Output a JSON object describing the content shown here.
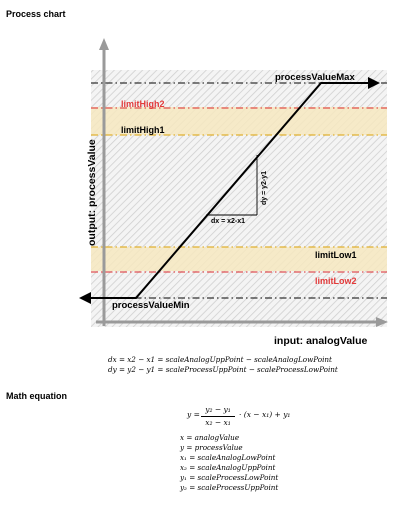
{
  "headings": {
    "process_chart": "Process chart",
    "math_equation": "Math equation"
  },
  "diagram": {
    "axis_x_label": "input: analogValue",
    "axis_y_label": "output: processValue",
    "labels": {
      "process_value_max": "processValueMax",
      "process_value_min": "processValueMin",
      "limit_high2": "limitHigh2",
      "limit_high1": "limitHigh1",
      "limit_low1": "limitLow1",
      "limit_low2": "limitLow2",
      "dx": "dx = x2-x1",
      "dy": "dy = y2-y1"
    },
    "colors": {
      "hatch_band": "#e3e3e3",
      "high_low_band": "#f6e8bf",
      "limit2_line": "#e05050",
      "limit1_line": "#e0b030",
      "limit2_text": "#e23a3a",
      "max_min_line": "#333333",
      "axis": "#9a9a9a"
    }
  },
  "definitions": {
    "dx_line": "dx = x2 − x1 = scaleAnalogUppPoint − scaleAnalogLowPoint",
    "dy_line": "dy = y2 − y1 = scaleProcessUppPoint − scaleProcessLowPoint"
  },
  "equation": {
    "lhs": "y =",
    "numerator": "y₂ − y₁",
    "denominator": "x₂ − x₁",
    "rhs": "· (x − x₁) + y₁",
    "lines": [
      "x = analogValue",
      "y = processValue",
      "x₁ = scaleAnalogLowPoint",
      "x₂ = scaleAnalogUppPoint",
      "y₁ = scaleProcessLowPoint",
      "y₂ = scaleProcessUppPoint"
    ]
  }
}
